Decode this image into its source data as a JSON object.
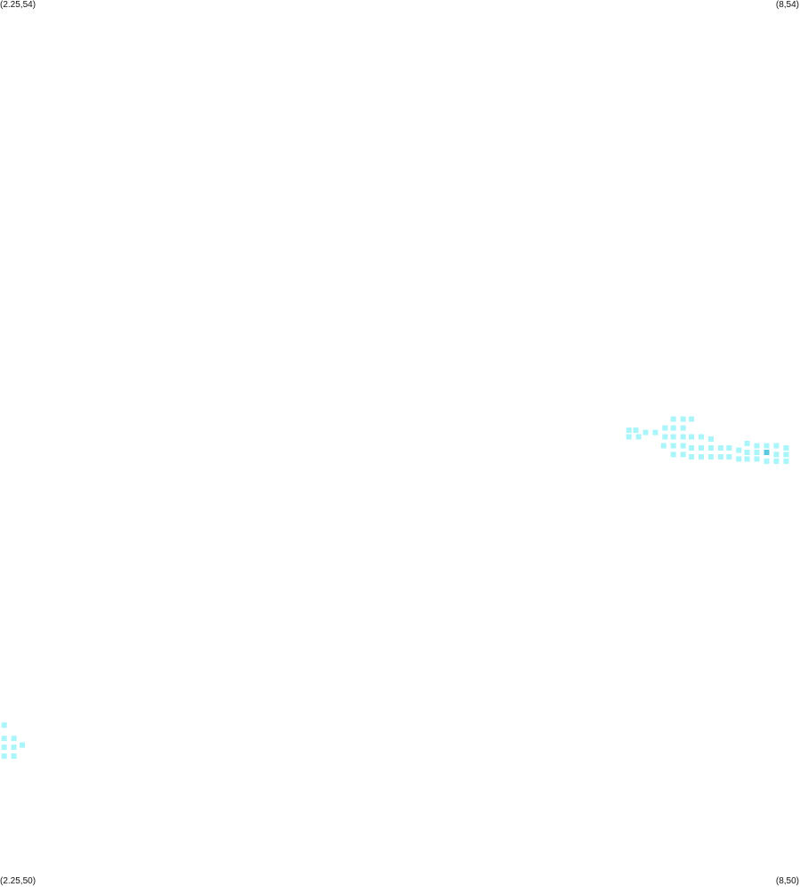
{
  "corners": {
    "top_left": "(2.25,54)",
    "top_right": "(8,54)",
    "bottom_left": "(2.25,50)",
    "bottom_right": "(8,50)"
  },
  "extent": {
    "x_min": 2.25,
    "x_max": 8,
    "y_min": 50,
    "y_max": 54
  },
  "colors": {
    "cell": "#aaf5fa",
    "cell_highlight": "#5cc8e0",
    "background": "#ffffff"
  },
  "cells": [
    [
      2.28,
      50.73
    ],
    [
      2.28,
      50.67
    ],
    [
      2.28,
      50.63
    ],
    [
      2.28,
      50.59
    ],
    [
      2.35,
      50.67
    ],
    [
      2.35,
      50.63
    ],
    [
      2.35,
      50.59
    ],
    [
      2.41,
      50.64
    ],
    [
      6.77,
      52.06
    ],
    [
      6.77,
      52.03
    ],
    [
      6.82,
      52.06
    ],
    [
      6.84,
      52.03
    ],
    [
      6.89,
      52.05
    ],
    [
      6.96,
      52.05
    ],
    [
      7.03,
      52.07
    ],
    [
      7.03,
      52.03
    ],
    [
      7.02,
      51.99
    ],
    [
      7.09,
      52.11
    ],
    [
      7.09,
      52.07
    ],
    [
      7.09,
      52.03
    ],
    [
      7.09,
      51.99
    ],
    [
      7.09,
      51.95
    ],
    [
      7.16,
      52.11
    ],
    [
      7.16,
      52.07
    ],
    [
      7.16,
      52.03
    ],
    [
      7.16,
      51.99
    ],
    [
      7.16,
      51.95
    ],
    [
      7.22,
      52.11
    ],
    [
      7.22,
      52.03
    ],
    [
      7.22,
      51.98
    ],
    [
      7.22,
      51.94
    ],
    [
      7.29,
      52.03
    ],
    [
      7.29,
      51.98
    ],
    [
      7.29,
      51.94
    ],
    [
      7.36,
      52.02
    ],
    [
      7.36,
      51.98
    ],
    [
      7.36,
      51.94
    ],
    [
      7.43,
      51.98
    ],
    [
      7.43,
      51.94
    ],
    [
      7.49,
      51.98
    ],
    [
      7.49,
      51.94
    ],
    [
      7.56,
      51.97
    ],
    [
      7.56,
      51.93
    ],
    [
      7.62,
      52.0
    ],
    [
      7.62,
      51.96
    ],
    [
      7.62,
      51.93
    ],
    [
      7.69,
      51.99
    ],
    [
      7.69,
      51.96
    ],
    [
      7.69,
      51.93
    ],
    [
      7.76,
      51.99
    ],
    [
      7.76,
      51.92
    ],
    [
      7.83,
      51.99
    ],
    [
      7.83,
      51.95
    ],
    [
      7.83,
      51.92
    ],
    [
      7.9,
      51.98
    ],
    [
      7.9,
      51.95
    ],
    [
      7.9,
      51.92
    ]
  ],
  "highlight": [
    7.76,
    51.96
  ]
}
